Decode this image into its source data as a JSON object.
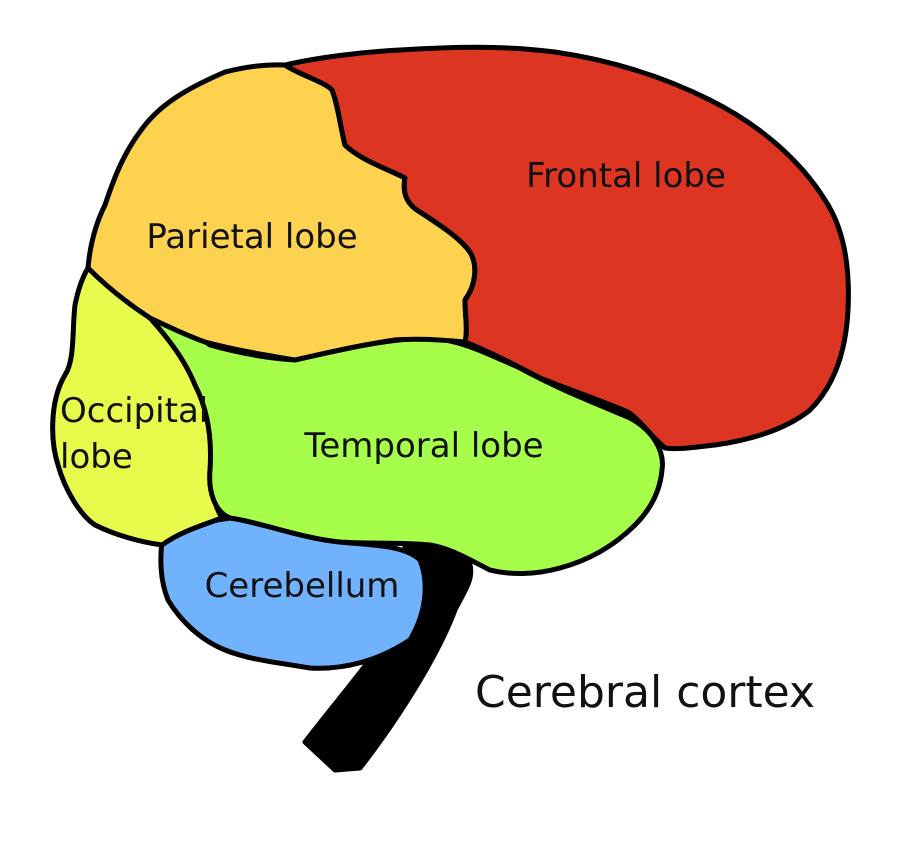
{
  "diagram": {
    "regions": [
      {
        "id": "frontal",
        "label": "Frontal lobe",
        "color": "#dc3522"
      },
      {
        "id": "parietal",
        "label": "Parietal lobe",
        "color": "#fcd24f"
      },
      {
        "id": "occipital",
        "label_lines": [
          "Occipital",
          "lobe"
        ],
        "color": "#e6fb4c"
      },
      {
        "id": "temporal",
        "label": "Temporal lobe",
        "color": "#a6fd4a"
      },
      {
        "id": "cerebellum",
        "label": "Cerebellum",
        "color": "#70b2fc"
      }
    ],
    "brainstem_color": "#000000",
    "caption": "Cerebral cortex"
  }
}
